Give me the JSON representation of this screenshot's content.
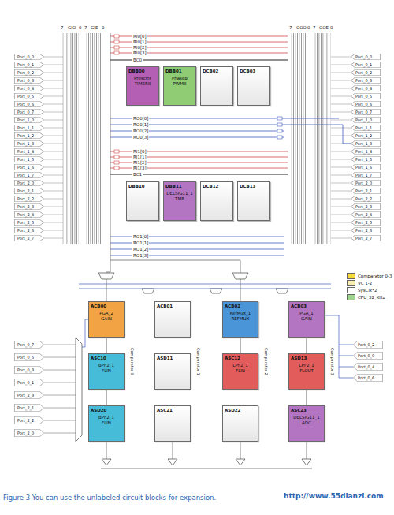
{
  "diagram": {
    "caption": "Figure 3 You can use the unlabeled circuit blocks for expansion.",
    "nodes": [
      {
        "text": [
          "Port_0_0"
        ]
      },
      {
        "text": [
          "Port_0_1"
        ]
      },
      {
        "text": [
          "Port_0_2"
        ]
      },
      {
        "text": [
          "Port_0_3"
        ]
      },
      {
        "text": [
          "Port_0_4"
        ]
      },
      {
        "text": [
          "Port_0_5"
        ]
      },
      {
        "text": [
          "Port_0_6"
        ]
      },
      {
        "text": [
          "Port_0_7"
        ]
      },
      {
        "text": [
          "Port_1_0"
        ]
      },
      {
        "text": [
          "Port_1_1"
        ]
      },
      {
        "text": [
          "Port_1_2"
        ]
      },
      {
        "text": [
          "Port_1_3"
        ]
      },
      {
        "text": [
          "Port_1_4"
        ]
      },
      {
        "text": [
          "Port_1_5"
        ]
      },
      {
        "text": [
          "Port_1_6"
        ]
      },
      {
        "text": [
          "Port_1_7"
        ]
      },
      {
        "text": [
          "Port_2_0"
        ]
      },
      {
        "text": [
          "Port_2_1"
        ]
      },
      {
        "text": [
          "Port_2_2"
        ]
      },
      {
        "text": [
          "Port_2_3"
        ]
      },
      {
        "text": [
          "Port_2_4"
        ]
      },
      {
        "text": [
          "Port_2_5"
        ]
      },
      {
        "text": [
          "Port_2_6"
        ]
      },
      {
        "text": [
          "Port_2_7"
        ]
      },
      {
        "text": [
          "Port_0_0"
        ]
      },
      {
        "text": [
          "Port_0_1"
        ]
      },
      {
        "text": [
          "Port_0_2"
        ]
      },
      {
        "text": [
          "Port_0_3"
        ]
      },
      {
        "text": [
          "Port_0_4"
        ]
      },
      {
        "text": [
          "Port_0_5"
        ]
      },
      {
        "text": [
          "Port_0_6"
        ]
      },
      {
        "text": [
          "Port_0_7"
        ]
      },
      {
        "text": [
          "Port_1_0"
        ]
      },
      {
        "text": [
          "Port_1_1"
        ]
      },
      {
        "text": [
          "Port_1_2"
        ]
      },
      {
        "text": [
          "Port_1_3"
        ]
      },
      {
        "text": [
          "Port_1_4"
        ]
      },
      {
        "text": [
          "Port_1_5"
        ]
      },
      {
        "text": [
          "Port_1_6"
        ]
      },
      {
        "text": [
          "Port_1_7"
        ]
      },
      {
        "text": [
          "Port_2_0"
        ]
      },
      {
        "text": [
          "Port_2_1"
        ]
      },
      {
        "text": [
          "Port_2_2"
        ]
      },
      {
        "text": [
          "Port_2_3"
        ]
      },
      {
        "text": [
          "Port_2_4"
        ]
      },
      {
        "text": [
          "Port_2_5"
        ]
      },
      {
        "text": [
          "Port_2_6"
        ]
      },
      {
        "text": [
          "Port_2_7"
        ]
      },
      {
        "text": [
          "DBB00",
          "PrescInt",
          "TIMER8"
        ]
      },
      {
        "text": [
          "DBB01",
          "PhaseB",
          "PWM8"
        ]
      },
      {
        "text": [
          "DCB02"
        ]
      },
      {
        "text": [
          "DCB03"
        ]
      },
      {
        "text": [
          "DBB10"
        ]
      },
      {
        "text": [
          "DBB11",
          "DELSIG11_1",
          "TMR"
        ]
      },
      {
        "text": [
          "DCB12"
        ]
      },
      {
        "text": [
          "DCB13"
        ]
      },
      {
        "text": [
          "ACB00",
          "PGA_2",
          "GAIN"
        ]
      },
      {
        "text": [
          "ACB01"
        ]
      },
      {
        "text": [
          "ACB02",
          "RefMux_1",
          "REFMUX"
        ]
      },
      {
        "text": [
          "ACB03",
          "PGA_1",
          "GAIN"
        ]
      },
      {
        "text": [
          "ASC10",
          "BPF2_1",
          "FLIN"
        ]
      },
      {
        "text": [
          "ASD11"
        ]
      },
      {
        "text": [
          "ASC12",
          "LPF2_1",
          "FLIN"
        ]
      },
      {
        "text": [
          "ASD13",
          "LPF2_1",
          "FLOUT"
        ]
      },
      {
        "text": [
          "ASD20",
          "BPF2_1",
          "FLIN"
        ]
      },
      {
        "text": [
          "ASC21"
        ]
      },
      {
        "text": [
          "ASD22"
        ]
      },
      {
        "text": [
          "ASC23",
          "DELSIG11_1",
          "ADC"
        ]
      },
      {
        "text": [
          "Port_0_7"
        ]
      },
      {
        "text": [
          "Port_0_5"
        ]
      },
      {
        "text": [
          "Port_0_3"
        ]
      },
      {
        "text": [
          "Port_0_1"
        ]
      },
      {
        "text": [
          "Port_2_3"
        ]
      },
      {
        "text": [
          "Port_2_1"
        ]
      },
      {
        "text": [
          "Port_2_2"
        ]
      },
      {
        "text": [
          "Port_2_0"
        ]
      },
      {
        "text": [
          "Port_0_2"
        ]
      },
      {
        "text": [
          "Port_0_0"
        ]
      },
      {
        "text": [
          "Port_0_4"
        ]
      },
      {
        "text": [
          "Port_0_6"
        ]
      }
    ],
    "edges": [
      {
        "from": 56,
        "to": 60,
        "arrow": "none"
      },
      {
        "from": 60,
        "to": 64,
        "arrow": "none"
      },
      {
        "from": 58,
        "to": 62,
        "arrow": "none"
      },
      {
        "from": 59,
        "to": 63,
        "arrow": "none"
      },
      {
        "from": 63,
        "to": 67,
        "arrow": "none"
      }
    ],
    "labels": [
      "7",
      "GIO",
      "0",
      "7",
      "GIE",
      "0",
      "7",
      "GOO",
      "0",
      "7",
      "GOE",
      "0",
      "RI0[0]",
      "RI0[1]",
      "RI0[2]",
      "RI0[3]",
      "BC0",
      "RO0[0]",
      "RO0[1]",
      "RO0[2]",
      "RO0[3]",
      "RI1[0]",
      "RI1[1]",
      "RI1[2]",
      "RI1[3]",
      "BC1",
      "RO1[0]",
      "RO1[1]",
      "RO1[2]",
      "RO1[3]",
      "Comparator 0",
      "Comparator 1",
      "Comparator 2",
      "Comparator 3",
      "http://www.55dianzi.com"
    ],
    "legend": [
      {
        "text": "Comparator 0-3",
        "color": "#f2dc3c"
      },
      {
        "text": "VC 1-2",
        "color": "#f7efb0"
      },
      {
        "text": "SysClk*2",
        "color": "#ffffff"
      },
      {
        "text": "CPU_32_KHz",
        "color": "#9fd48e"
      }
    ]
  }
}
